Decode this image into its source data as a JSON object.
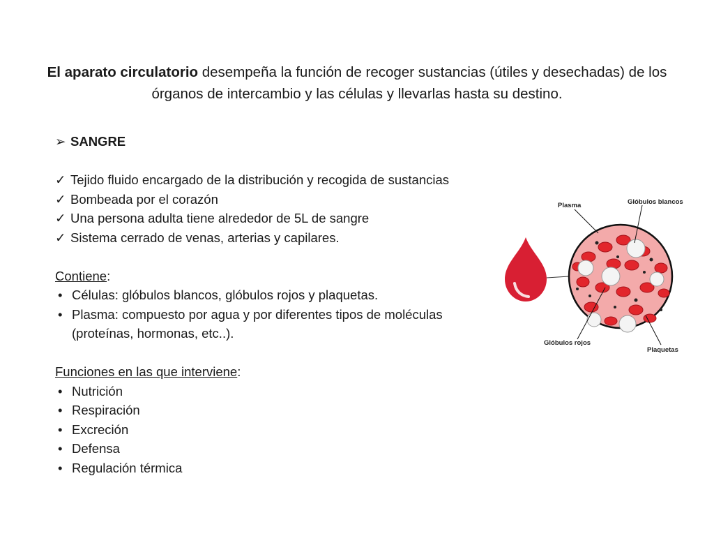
{
  "title": {
    "bold": "El aparato circulatorio",
    "rest": " desempeña la función de recoger sustancias (útiles y desechadas) de los órganos de intercambio y las células y llevarlas hasta su destino."
  },
  "section": {
    "heading": "SANGRE",
    "checks": [
      "Tejido fluido  encargado de la distribución y recogida de sustancias",
      "Bombeada por el corazón",
      "Una persona adulta tiene alrededor de 5L de sangre",
      "Sistema cerrado de venas, arterias y capilares."
    ]
  },
  "contiene": {
    "heading": "Contiene",
    "colon": ":",
    "items": [
      "Células: glóbulos blancos, glóbulos rojos y plaquetas.",
      "Plasma: compuesto por agua y por diferentes tipos de moléculas"
    ],
    "continuation": "(proteínas, hormonas, etc..)."
  },
  "funciones": {
    "heading": "Funciones en las que interviene",
    "colon": ":",
    "items": [
      "Nutrición",
      "Respiración",
      "Excreción",
      "Defensa",
      "Regulación térmica"
    ]
  },
  "figure": {
    "labels": {
      "plasma": "Plasma",
      "globulos_blancos": "Glóbulos blancos",
      "globulos_rojos": "Glóbulos rojos",
      "plaquetas": "Plaquetas"
    },
    "colors": {
      "drop": "#d81f33",
      "circle_fill": "#f3aaaa",
      "red_cell": "#e2262c",
      "white_cell": "#f4f4f4"
    }
  }
}
